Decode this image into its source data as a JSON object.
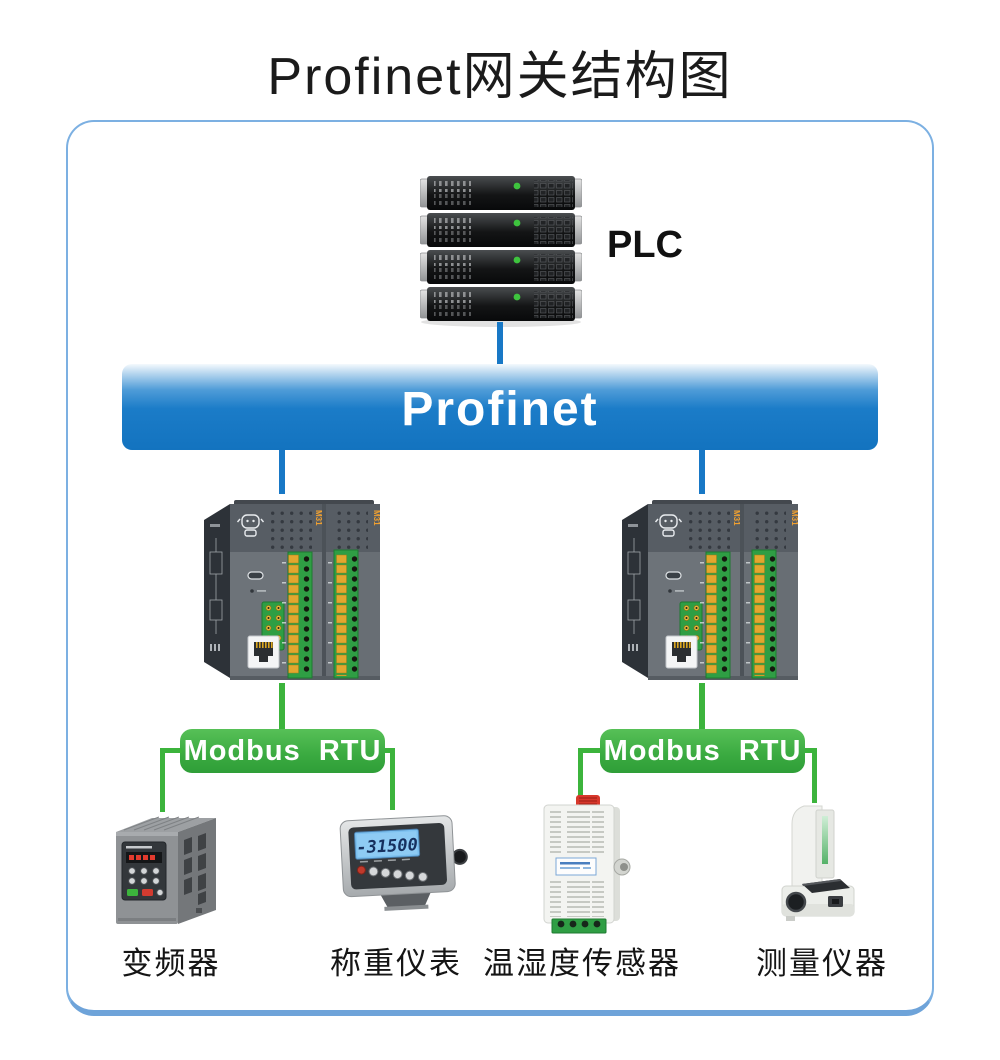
{
  "title": "Profinet网关结构图",
  "plc": {
    "label": "PLC"
  },
  "bus": {
    "label": "Profinet"
  },
  "gateways": [
    {
      "model": "M31"
    },
    {
      "model": "M31"
    }
  ],
  "modbus": [
    {
      "label": "Modbus  RTU"
    },
    {
      "label": "Modbus  RTU"
    }
  ],
  "devices": [
    {
      "name": "变频器"
    },
    {
      "name": "称重仪表",
      "display_value": "-31500"
    },
    {
      "name": "温湿度传感器"
    },
    {
      "name": "测量仪器"
    }
  ],
  "colors": {
    "profinet_blue": "#1878c6",
    "modbus_green": "#3cb43c",
    "frame_border": "#7cb0e2",
    "led_green": "#3ec43e",
    "terminal_green": "#2f9e44",
    "terminal_yellow": "#e2a72e",
    "gateway_accent_orange": "#f0a030",
    "lcd_blue": "#7cc0ef"
  }
}
